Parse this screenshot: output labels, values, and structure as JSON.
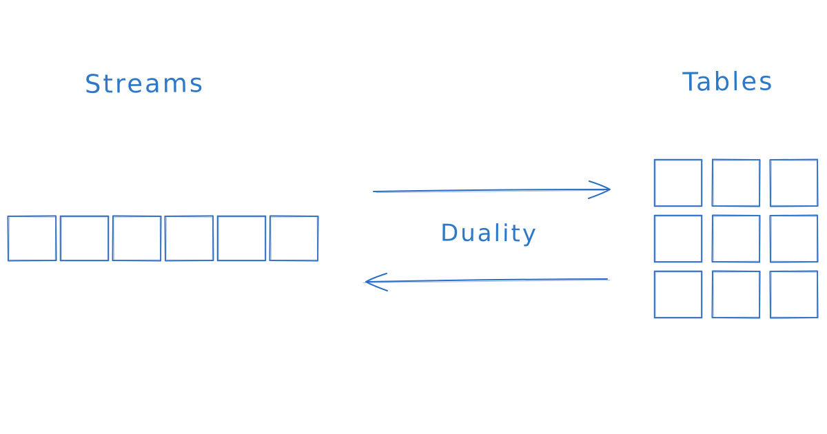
{
  "streams": {
    "label": "Streams",
    "cell_count": 6
  },
  "tables": {
    "label": "Tables",
    "rows": 3,
    "cols": 3
  },
  "center": {
    "label": "Duality"
  },
  "arrows": [
    {
      "name": "streams-to-tables",
      "direction": "right"
    },
    {
      "name": "tables-to-streams",
      "direction": "left"
    }
  ],
  "colors": {
    "ink": "#2b6cc4",
    "label_text": "#2e78c9",
    "background": "#ffffff"
  }
}
